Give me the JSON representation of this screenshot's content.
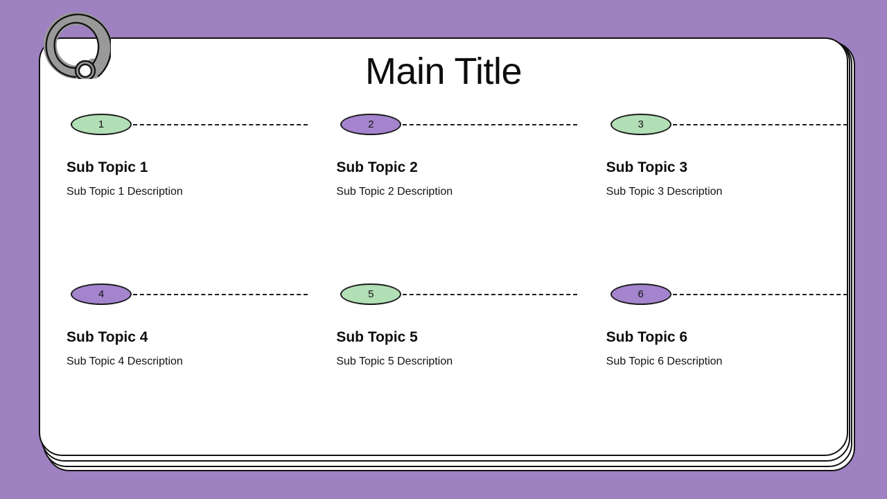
{
  "slide": {
    "title": "Main Title",
    "background_color": "#9d81c0",
    "card_color": "#ffffff",
    "outline_color": "#111111",
    "ring_color": "#999999"
  },
  "palette": {
    "green": "#b2dfb6",
    "purple": "#a584ce",
    "badge_border": "#1b1b1b",
    "text": "#0d0d0d"
  },
  "items": [
    {
      "number": "1",
      "color": "green",
      "title": "Sub Topic 1",
      "description": "Sub Topic 1 Description"
    },
    {
      "number": "2",
      "color": "purple",
      "title": "Sub Topic 2",
      "description": "Sub Topic 2 Description"
    },
    {
      "number": "3",
      "color": "green",
      "title": "Sub Topic 3",
      "description": "Sub Topic 3 Description"
    },
    {
      "number": "4",
      "color": "purple",
      "title": "Sub Topic 4",
      "description": "Sub Topic 4 Description"
    },
    {
      "number": "5",
      "color": "green",
      "title": "Sub Topic 5",
      "description": "Sub Topic 5 Description"
    },
    {
      "number": "6",
      "color": "purple",
      "title": "Sub Topic 6",
      "description": "Sub Topic 6 Description"
    }
  ]
}
